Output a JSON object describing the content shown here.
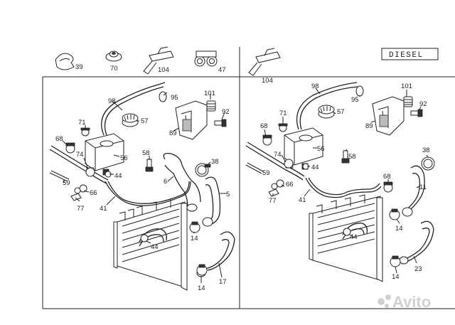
{
  "header_labels": {
    "left_clip": "39",
    "left_grommet": "70",
    "left_bracket": "104",
    "left_clamp": "47",
    "right_bracket": "104"
  },
  "badge": "DIESEL",
  "watermark": "Avito",
  "left_panel": {
    "l98": "98",
    "l95": "95",
    "l101": "101",
    "l92": "92",
    "l57": "57",
    "l71": "71",
    "l89": "89",
    "l68": "68",
    "l74": "74",
    "l56": "56",
    "l58": "58",
    "l38": "38",
    "l44a": "44",
    "l6": "6",
    "l59": "59",
    "l66": "66",
    "l5": "5",
    "l77": "77",
    "l41": "41",
    "l14a": "14",
    "l44b": "44",
    "l14b": "14",
    "l17": "17"
  },
  "right_panel": {
    "l98": "98",
    "l95": "95",
    "l101": "101",
    "l92": "92",
    "l57": "57",
    "l71": "71",
    "l89": "89",
    "l68a": "68",
    "l74": "74",
    "l56": "56",
    "l58": "58",
    "l38": "38",
    "l59": "59",
    "l44a": "44",
    "l68b": "68",
    "l66": "66",
    "l11": "11",
    "l77": "77",
    "l41": "41",
    "l14a": "14",
    "l44b": "44",
    "l14b": "14",
    "l23": "23"
  }
}
